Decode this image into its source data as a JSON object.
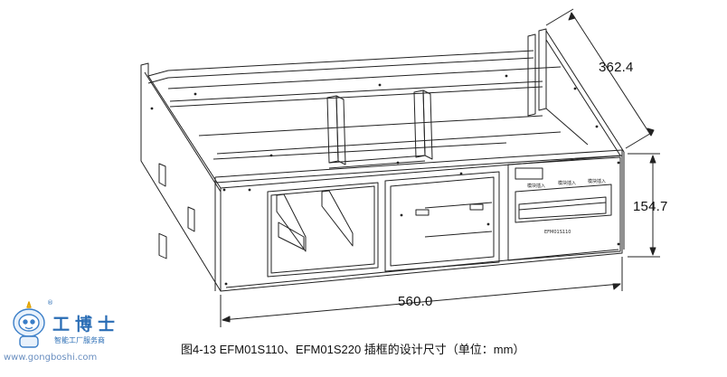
{
  "dimensions": {
    "depth": "362.4",
    "height": "154.7",
    "width": "560.0"
  },
  "caption": "图4-13   EFM01S110、EFM01S220 插框的设计尺寸（单位：mm）",
  "watermark": {
    "brand": "工博士",
    "tagline": "智能工厂服务商",
    "url": "www.gongboshi.com",
    "mark": "®",
    "icon": "robot-mascot-icon"
  },
  "front_panel": {
    "slot_labels": [
      "模块插入",
      "模块插入",
      "模块插入"
    ],
    "model_label": "EFM01S110"
  },
  "colors": {
    "line": "#222222",
    "brand_blue": "#2a6db5"
  }
}
